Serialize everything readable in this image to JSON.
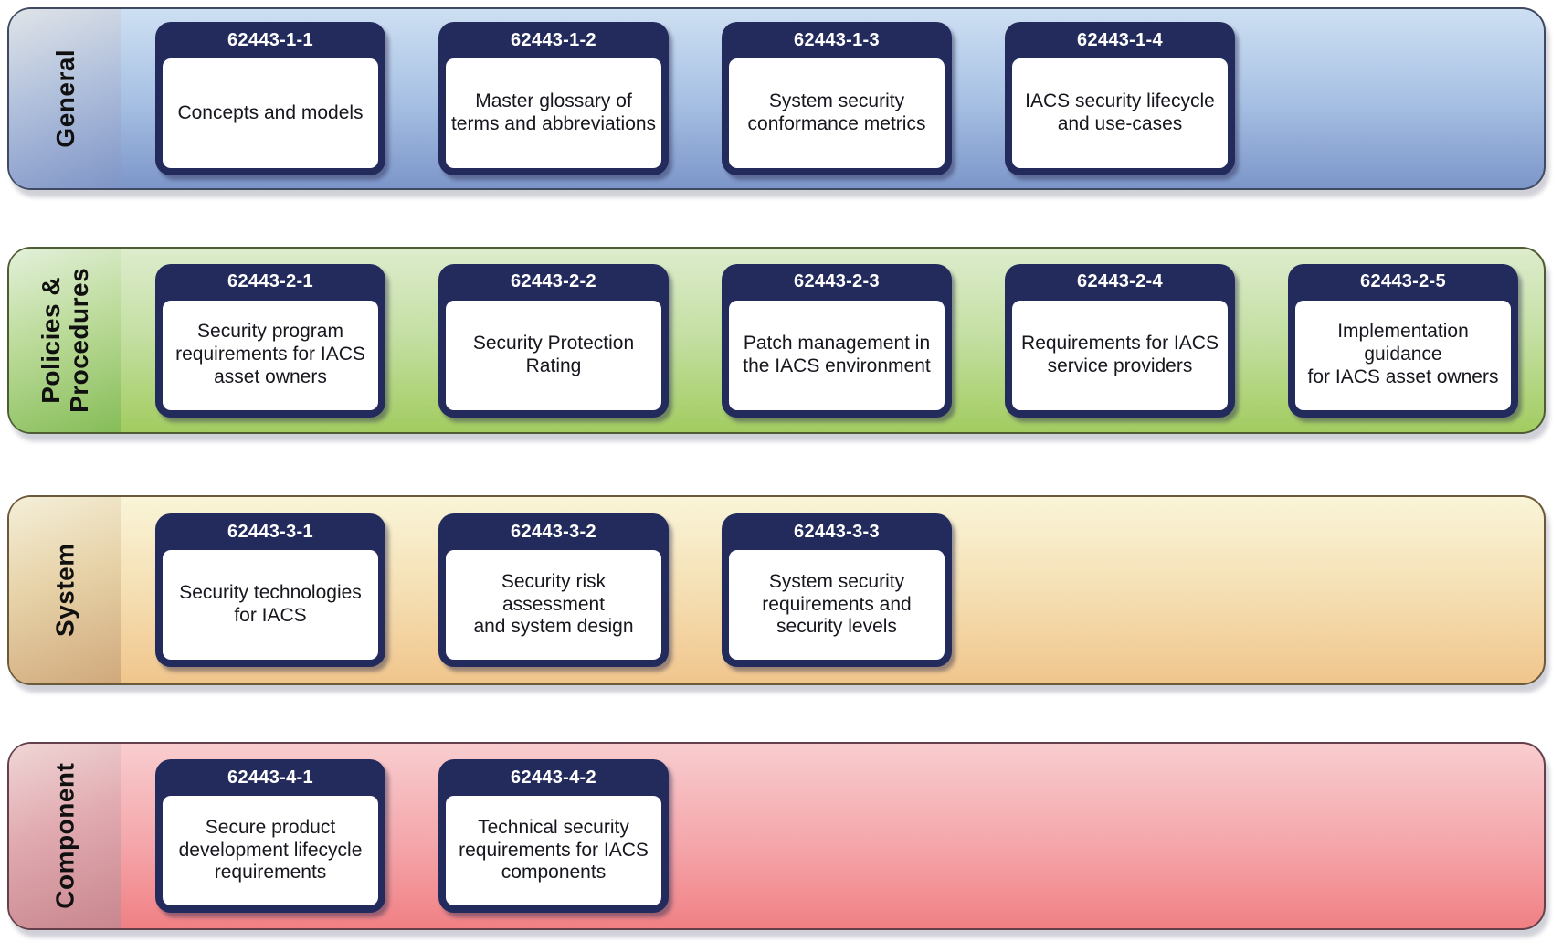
{
  "palette": {
    "card_header_bg": "#232b5d",
    "card_header_text": "#ffffff",
    "card_body_bg": "#ffffff",
    "card_body_text": "#16161e",
    "band_label_text": "#101010",
    "band_general_top": "#cddff2",
    "band_general_bottom": "#7c96ca",
    "band_policies_top": "#ddeccd",
    "band_policies_bottom": "#a2cc60",
    "band_system_top": "#f9f5d8",
    "band_system_bottom": "#f0c58c",
    "band_component_top": "#f8cdcf",
    "band_component_bottom": "#f08084"
  },
  "bands": [
    {
      "label": "General",
      "cards": [
        {
          "code": "62443-1-1",
          "title": "Concepts and models"
        },
        {
          "code": "62443-1-2",
          "title": "Master glossary of\nterms and abbreviations"
        },
        {
          "code": "62443-1-3",
          "title": "System security\nconformance metrics"
        },
        {
          "code": "62443-1-4",
          "title": "IACS security lifecycle\nand use-cases"
        }
      ]
    },
    {
      "label": "Policies &\nProcedures",
      "cards": [
        {
          "code": "62443-2-1",
          "title": "Security program\nrequirements for IACS\nasset owners"
        },
        {
          "code": "62443-2-2",
          "title": "Security Protection\nRating"
        },
        {
          "code": "62443-2-3",
          "title": "Patch management in\nthe IACS environment"
        },
        {
          "code": "62443-2-4",
          "title": "Requirements for IACS\nservice providers"
        },
        {
          "code": "62443-2-5",
          "title": "Implementation guidance\nfor IACS asset owners"
        }
      ]
    },
    {
      "label": "System",
      "cards": [
        {
          "code": "62443-3-1",
          "title": "Security technologies\nfor IACS"
        },
        {
          "code": "62443-3-2",
          "title": "Security risk assessment\nand system design"
        },
        {
          "code": "62443-3-3",
          "title": "System security\nrequirements and\nsecurity levels"
        }
      ]
    },
    {
      "label": "Component",
      "cards": [
        {
          "code": "62443-4-1",
          "title": "Secure product\ndevelopment lifecycle\nrequirements"
        },
        {
          "code": "62443-4-2",
          "title": "Technical security\nrequirements for IACS\ncomponents"
        }
      ]
    }
  ]
}
